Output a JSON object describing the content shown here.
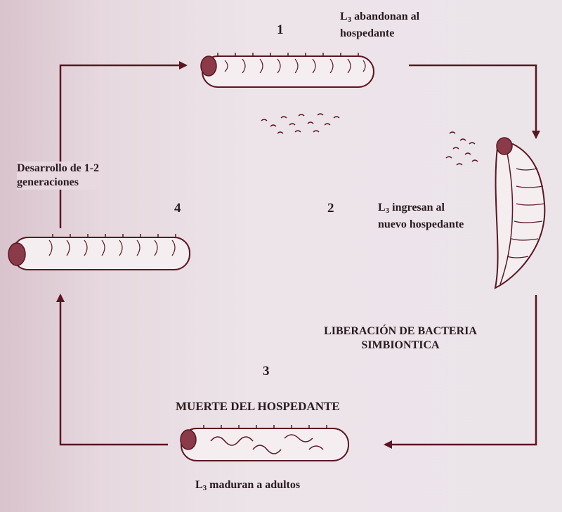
{
  "steps": [
    {
      "number": "1",
      "label_prefix": "L",
      "label_sub": "3",
      "label_rest": " abandonan al",
      "label_line2": "hospedante"
    },
    {
      "number": "2",
      "label_prefix": "L",
      "label_sub": "3",
      "label_rest": " ingresan al",
      "label_line2": "nuevo hospedante"
    },
    {
      "number": "3",
      "heading": "MUERTE DEL HOSPEDANTE",
      "label_prefix": "L",
      "label_sub": "3",
      "label_rest": " maduran a adultos"
    },
    {
      "number": "4",
      "label_line1": "Desarrollo de 1-2",
      "label_line2": "generaciones"
    }
  ],
  "bacteria_release": {
    "line1": "LIBERACIÓN DE BACTERIA",
    "line2": "SIMBIONTICA"
  },
  "colors": {
    "arrow": "#5a1622",
    "larva_fill": "#f4eef1",
    "larva_outline": "#5a1622",
    "head": "#8a3a48"
  }
}
